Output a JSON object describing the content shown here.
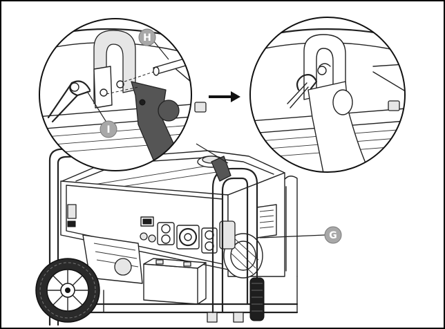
{
  "figure": {
    "callouts": [
      {
        "id": "H",
        "label": "H"
      },
      {
        "id": "I",
        "label": "I"
      },
      {
        "id": "G",
        "label": "G"
      }
    ],
    "colors": {
      "line": "#222222",
      "callout_fill": "#a8a8a8",
      "strap": "#555555",
      "frame_border": "#000000"
    }
  }
}
